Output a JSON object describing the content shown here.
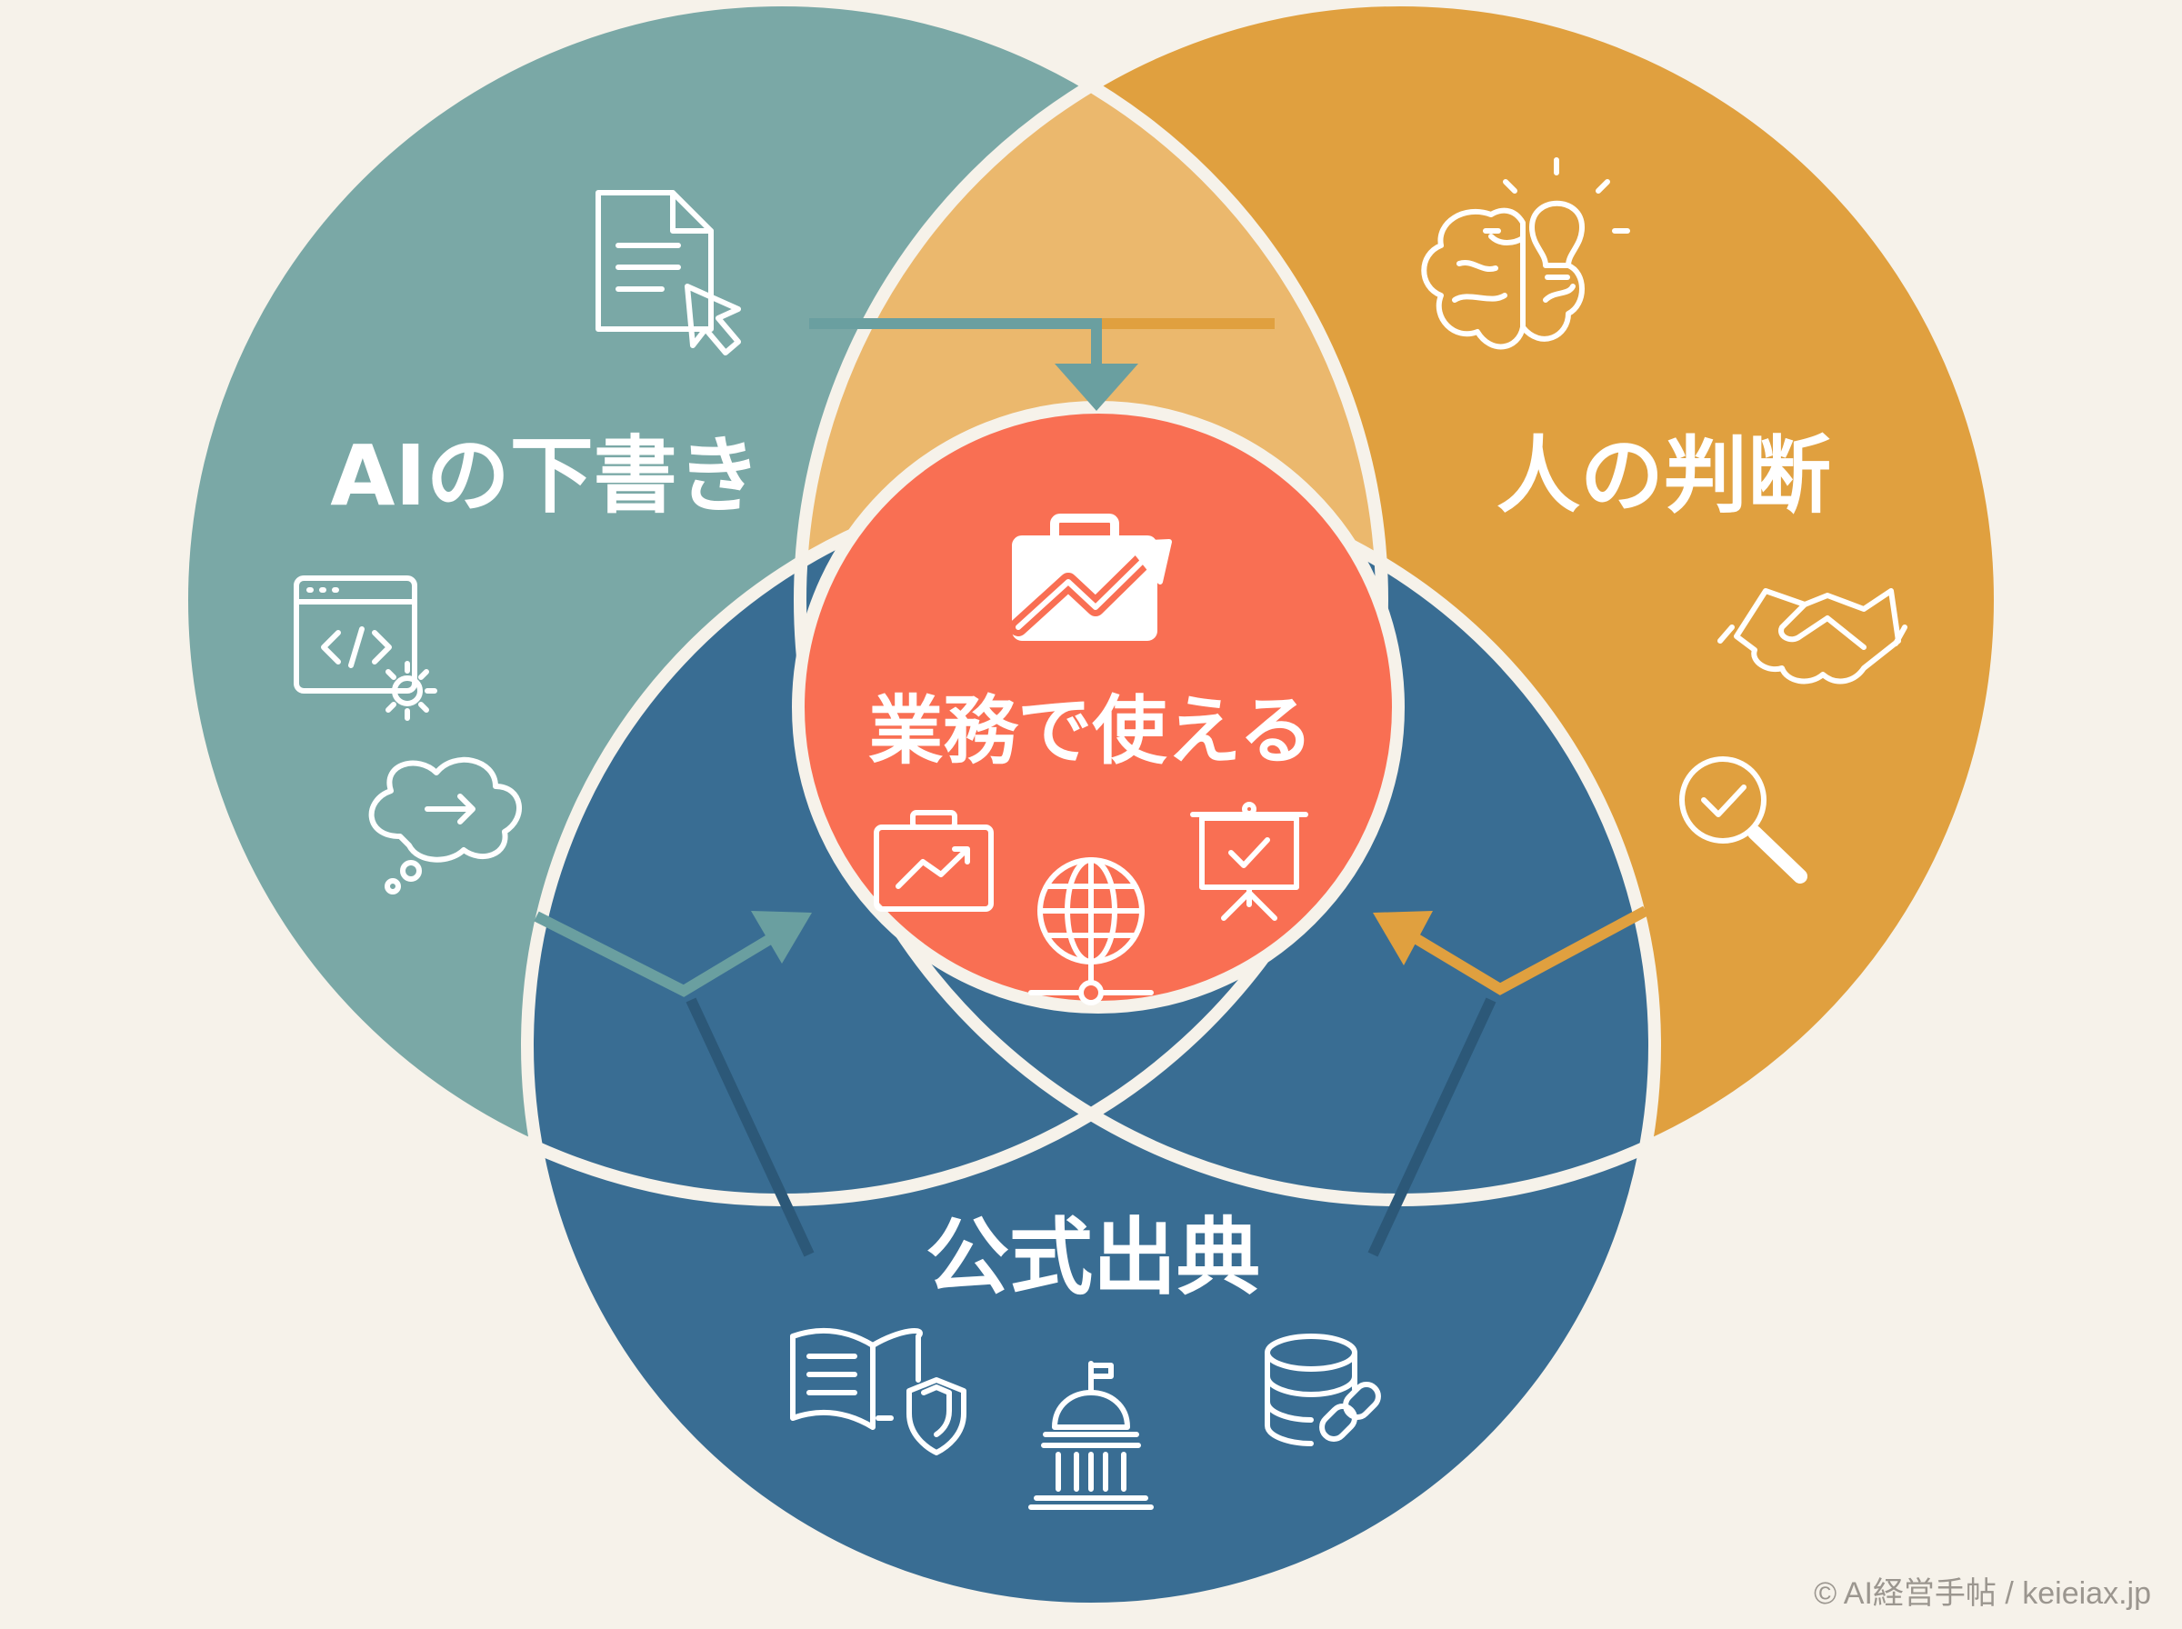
{
  "venn": {
    "ai_draft": {
      "label": "AIの下書き",
      "color": "#7aa8a6",
      "icons": [
        "document-cursor-icon",
        "code-window-gear-icon",
        "thought-bubble-arrow-icon"
      ]
    },
    "human_judgment": {
      "label": "人の判断",
      "color": "#e0a03f",
      "icons": [
        "brain-lightbulb-icon",
        "handshake-icon",
        "magnifier-check-icon"
      ]
    },
    "official_source": {
      "label": "公式出典",
      "color": "#396d93",
      "icons": [
        "open-book-shield-icon",
        "government-building-icon",
        "database-link-icon"
      ]
    },
    "center": {
      "label": "業務で使える",
      "color": "#f96f53",
      "icons": [
        "briefcase-growth-icon",
        "briefcase-chart-icon",
        "globe-network-icon",
        "presentation-check-icon"
      ]
    },
    "overlap_top_color": "#ebb86d",
    "ring_color": "#f6f2ea"
  },
  "footer": {
    "copyright": "© AI経営手帖 / keieiax.jp"
  }
}
